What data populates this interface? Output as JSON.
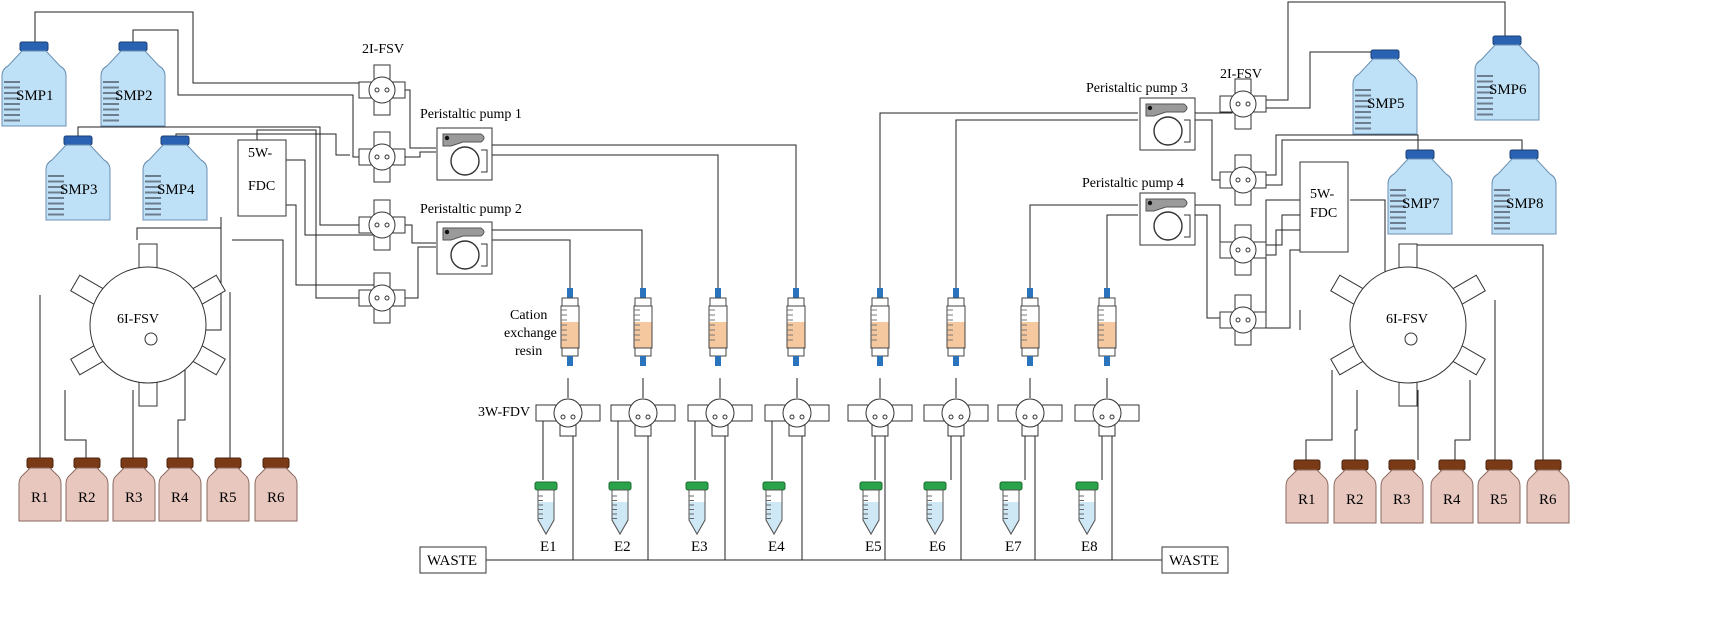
{
  "sample_bottles": [
    "SMP1",
    "SMP2",
    "SMP3",
    "SMP4",
    "SMP5",
    "SMP6",
    "SMP7",
    "SMP8"
  ],
  "reagent_bottles": [
    "R1",
    "R2",
    "R3",
    "R4",
    "R5",
    "R6"
  ],
  "eluent_tubes": [
    "E1",
    "E2",
    "E3",
    "E4",
    "E5",
    "E6",
    "E7",
    "E8"
  ],
  "pumps": [
    "Peristaltic pump 1",
    "Peristaltic pump 2",
    "Peristaltic pump 3",
    "Peristaltic pump 4"
  ],
  "valves": {
    "two_inlet": "2I-FSV",
    "five_way_line1": "5W-",
    "five_way_line2": "FDC",
    "six_inlet": "6I-FSV",
    "three_way": "3W-FDV"
  },
  "resin_label": [
    "Cation",
    "exchange",
    "resin"
  ],
  "waste_label": "WASTE",
  "colors": {
    "sample_bottle": "#bfe1f7",
    "sample_cap": "#2a62b3",
    "reagent_bottle": "#e8c7bf",
    "reagent_cap": "#7a3a16",
    "resin": "#f6c8a0",
    "tube_cap": "#2aa34a",
    "tube_liquid": "#cfe8f6",
    "column_end": "#2a74bd"
  }
}
